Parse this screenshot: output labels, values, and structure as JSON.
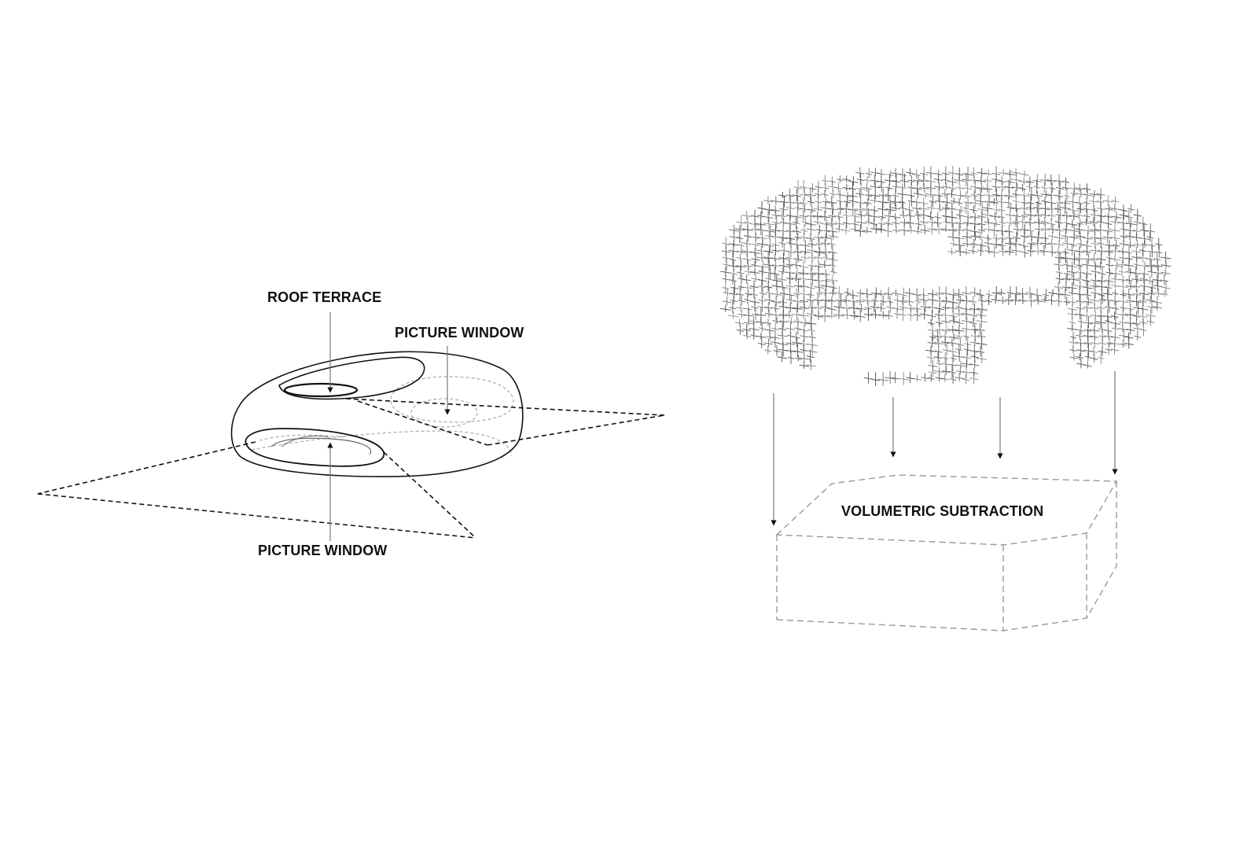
{
  "labels": {
    "roof_terrace": "ROOF TERRACE",
    "picture_window_right": "PICTURE WINDOW",
    "picture_window_bottom": "PICTURE WINDOW",
    "volumetric_subtraction": "VOLUMETRIC SUBTRACTION"
  },
  "colors": {
    "ink": "#111111",
    "hidden_line": "#9a9a9a",
    "grid": "#555555"
  }
}
